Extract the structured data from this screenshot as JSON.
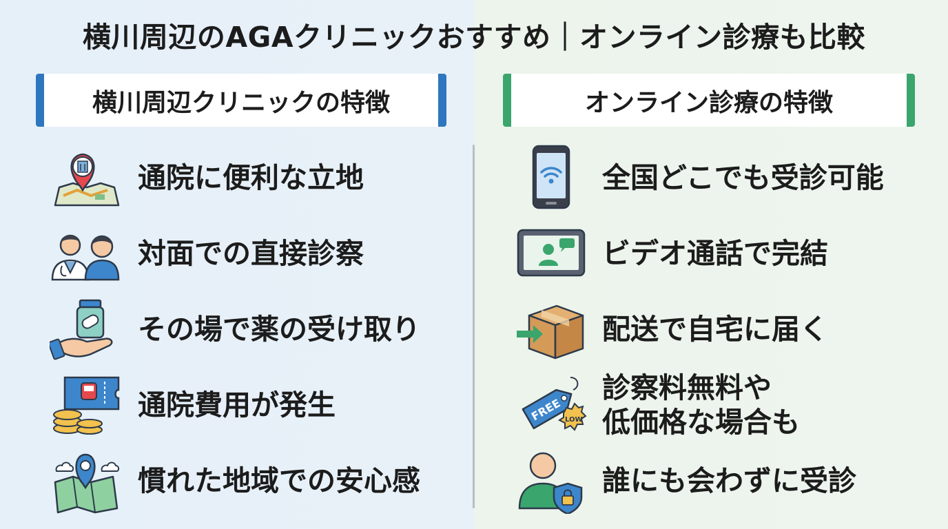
{
  "title": "横川周辺のAGAクリニックおすすめ｜オンライン診療も比較",
  "left": {
    "header": "横川周辺クリニックの特徴",
    "accent": "#2e77bf",
    "items": [
      {
        "icon": "map-pin-building-icon",
        "label": "通院に便利な立地"
      },
      {
        "icon": "doctor-patient-icon",
        "label": "対面での直接診察"
      },
      {
        "icon": "hand-medicine-bottle-icon",
        "label": "その場で薬の受け取り"
      },
      {
        "icon": "ticket-coins-icon",
        "label": "通院費用が発生"
      },
      {
        "icon": "local-map-pin-icon",
        "label": "慣れた地域での安心感"
      }
    ]
  },
  "right": {
    "header": "オンライン診療の特徴",
    "accent": "#3aa56c",
    "items": [
      {
        "icon": "smartphone-wifi-icon",
        "label": "全国どこでも受診可能"
      },
      {
        "icon": "tablet-video-call-icon",
        "label": "ビデオ通話で完結"
      },
      {
        "icon": "delivery-box-icon",
        "label": "配送で自宅に届く"
      },
      {
        "icon": "free-low-price-tag-icon",
        "label_line1": "診察料無料や",
        "label_line2": "低価格な場合も"
      },
      {
        "icon": "person-shield-lock-icon",
        "label": "誰にも会わずに受診"
      }
    ]
  }
}
